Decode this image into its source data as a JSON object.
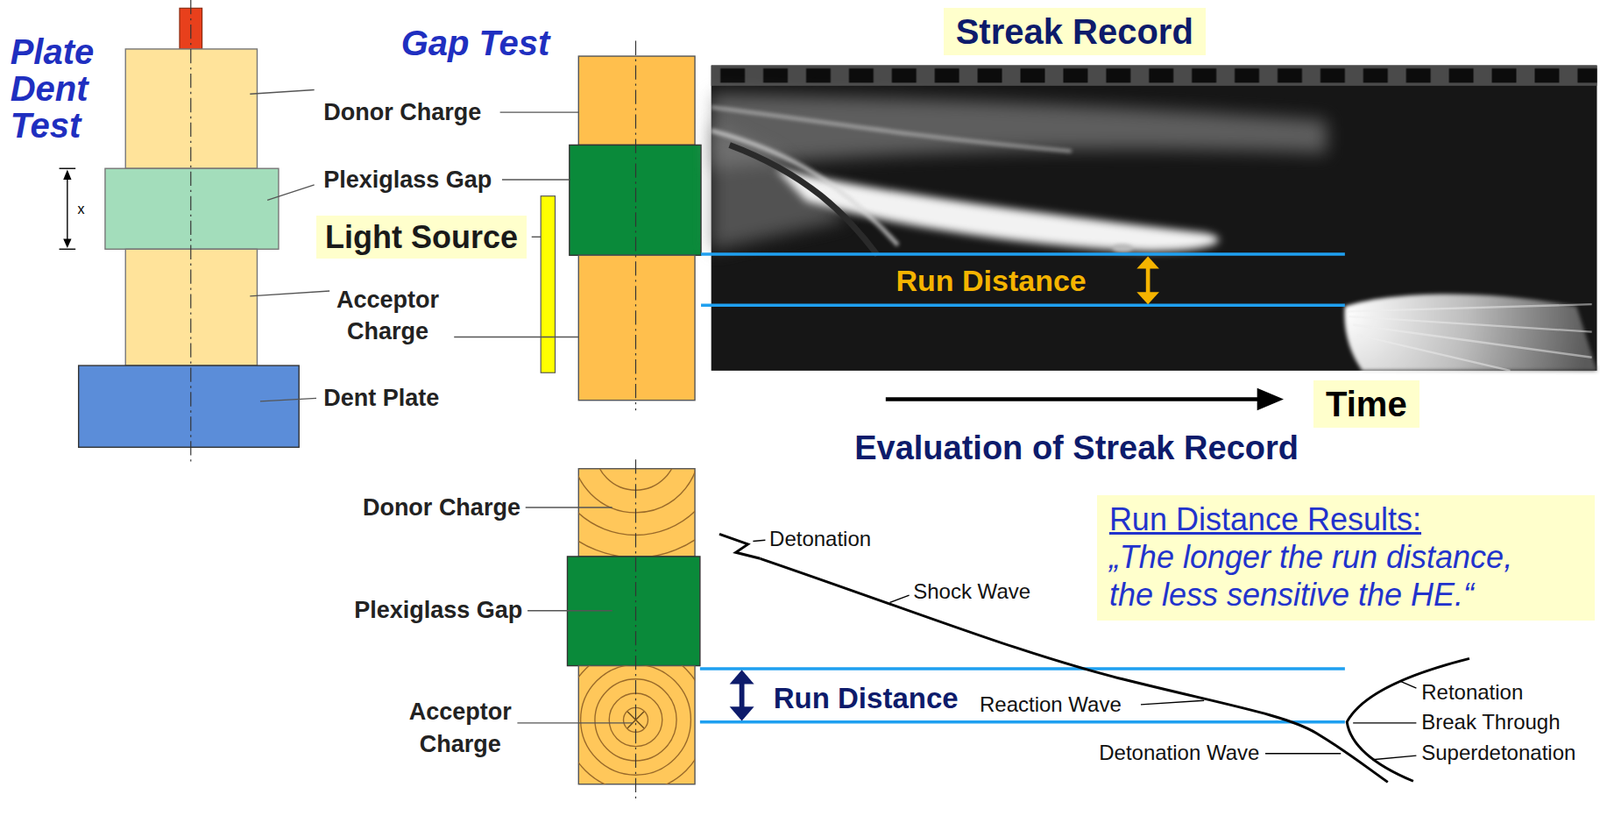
{
  "diagram": {
    "nodes": [
      {
        "text": [
          "Streak Record"
        ]
      },
      {
        "text": [
          "Light Source"
        ]
      },
      {
        "text": [
          "Time"
        ]
      },
      {
        "text": [
          "Run Distance Results:",
          "„The longer the run distance, the less sensitive the HE.“"
        ]
      }
    ],
    "labels": [
      "Plate Dent Test",
      "Gap Test",
      "Donor Charge",
      "Plexiglass Gap",
      "Acceptor Charge",
      "Dent Plate",
      "x",
      "Run Distance",
      "Evaluation of Streak Record",
      "Donor Charge",
      "Plexiglass Gap",
      "Acceptor Charge",
      "Run Distance",
      "Detonation",
      "Shock Wave",
      "Reaction Wave",
      "Detonation Wave",
      "Retonation",
      "Break Through",
      "Superdetonation"
    ]
  }
}
